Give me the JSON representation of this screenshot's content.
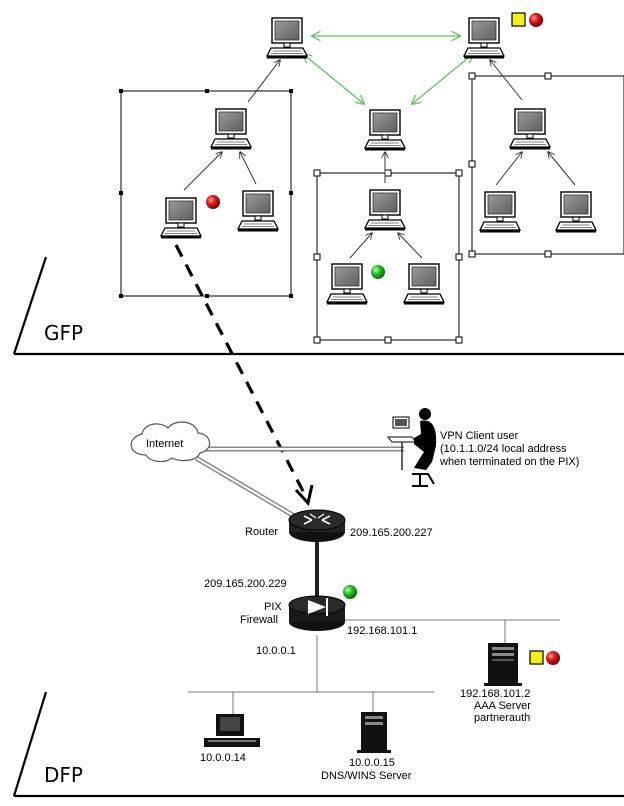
{
  "planes": {
    "gfp": "GFP",
    "dfp": "DFP"
  },
  "labels": {
    "internet": "Internet",
    "vpn_line1": "VPN Client user",
    "vpn_line2": "(10.1.1.0/24 local address",
    "vpn_line3": "when terminated on the PIX)",
    "router": "Router",
    "router_ip": "209.165.200.227",
    "pix_outside_ip": "209.165.200.229",
    "pix_line1": "PIX",
    "pix_line2": "Firewall",
    "pix_inside_ip": "10.0.0.1",
    "pix_dmz_ip": "192.168.101.1",
    "aaa_ip": "192.168.101.2",
    "aaa_line1": "AAA Server",
    "aaa_line2": "partnerauth",
    "pc_ip": "10.0.0.14",
    "dns_ip": "10.0.0.15",
    "dns_label": "DNS/WINS Server"
  },
  "colors": {
    "green_link": "#5fbf5f",
    "red_dot": "#d0141a",
    "green_dot": "#18b81b",
    "yellow_flag": "#f5f10a"
  }
}
